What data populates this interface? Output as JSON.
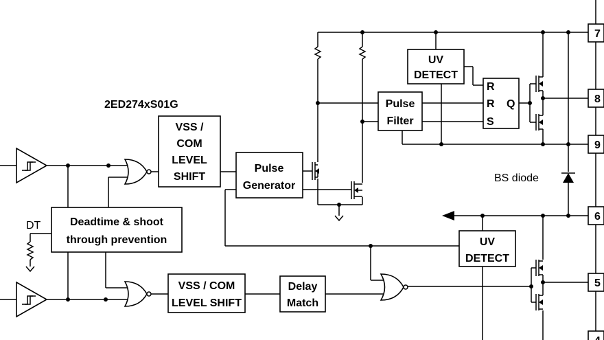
{
  "part_number": "2ED274xS01G",
  "blocks": {
    "vss_com_upper": [
      "VSS /",
      "COM",
      "LEVEL",
      "SHIFT"
    ],
    "pulse_generator": [
      "Pulse",
      "Generator"
    ],
    "pulse_filter": [
      "Pulse",
      "Filter"
    ],
    "uv_detect_high": [
      "UV",
      "DETECT"
    ],
    "uv_detect_low": [
      "UV",
      "DETECT"
    ],
    "deadtime": [
      "Deadtime & shoot",
      "through prevention"
    ],
    "vss_com_lower": [
      "VSS / COM",
      "LEVEL SHIFT"
    ],
    "delay_match": [
      "Delay",
      "Match"
    ]
  },
  "latch": {
    "r1": "R",
    "r2": "R",
    "s": "S",
    "q": "Q"
  },
  "labels": {
    "dt": "DT",
    "bs_diode": "BS diode"
  },
  "pins": [
    "7",
    "8",
    "9",
    "6",
    "5",
    "4"
  ]
}
